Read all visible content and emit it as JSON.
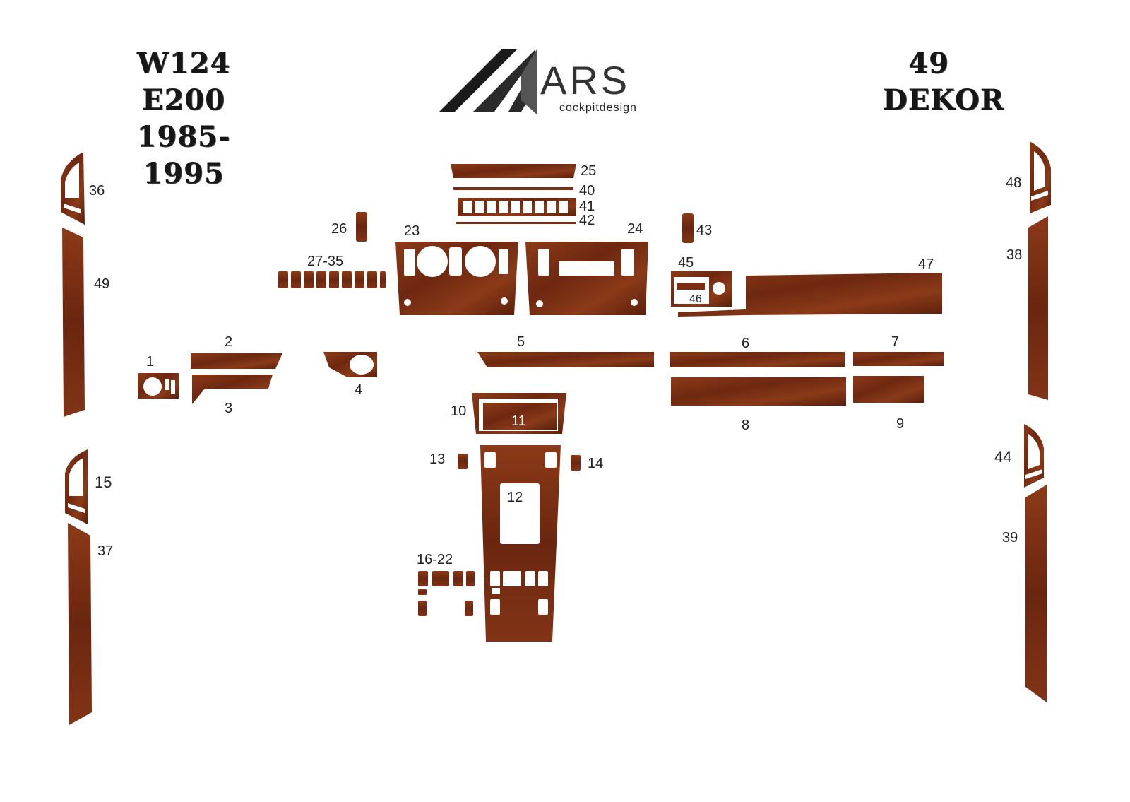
{
  "header": {
    "model_line1": "W124 E200",
    "model_line2": "1985-1995",
    "count": "49",
    "count_label": "DEKOR"
  },
  "logo": {
    "brand": "ARS",
    "tagline": "cockpitdesign"
  },
  "colors": {
    "wood": "#7a2e12",
    "wood_light": "#9a4420",
    "wood_dark": "#4e1a08"
  },
  "part_labels": {
    "p1": "1",
    "p2": "2",
    "p3": "3",
    "p4": "4",
    "p5": "5",
    "p6": "6",
    "p7": "7",
    "p8": "8",
    "p9": "9",
    "p10": "10",
    "p11": "11",
    "p12": "12",
    "p13": "13",
    "p14": "14",
    "p15": "15",
    "p16_22": "16-22",
    "p23": "23",
    "p24": "24",
    "p25": "25",
    "p26": "26",
    "p27_35": "27-35",
    "p36": "36",
    "p37": "37",
    "p38": "38",
    "p39": "39",
    "p40": "40",
    "p41": "41",
    "p42": "42",
    "p43": "43",
    "p44": "44",
    "p45": "45",
    "p46": "46",
    "p47": "47",
    "p48": "48",
    "p49": "49"
  }
}
